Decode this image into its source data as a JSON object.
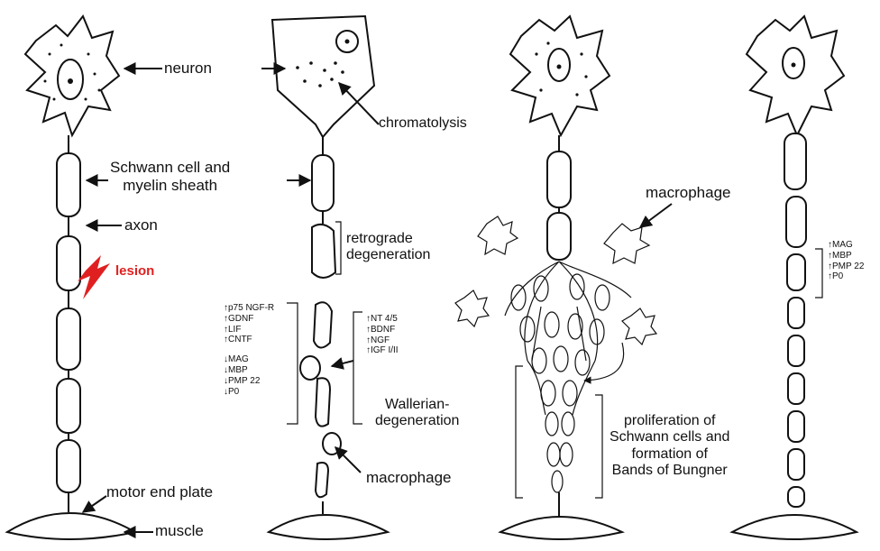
{
  "colors": {
    "ink": "#111111",
    "lesion": "#e02020",
    "background": "#ffffff"
  },
  "panel1": {
    "neuron": "neuron",
    "schwann_line1": "Schwann cell and",
    "schwann_line2": "myelin sheath",
    "axon": "axon",
    "lesion": "lesion",
    "motor_end_plate": "motor end plate",
    "muscle": "muscle"
  },
  "panel2": {
    "chromatolysis": "chromatolysis",
    "retro_line1": "retrograde",
    "retro_line2": "degeneration",
    "list_left": [
      "↑p75 NGF-R",
      "↑GDNF",
      "↑LIF",
      "↑CNTF",
      "",
      "↓MAG",
      "↓MBP",
      "↓PMP 22",
      "↓P0"
    ],
    "list_right": [
      "↑NT 4/5",
      "↑BDNF",
      "↑NGF",
      "↑IGF I/II"
    ],
    "wallerian_line1": "Wallerian-",
    "wallerian_line2": "degeneration",
    "macrophage": "macrophage"
  },
  "panel3": {
    "macrophage": "macrophage",
    "prolif_line1": "proliferation of",
    "prolif_line2": "Schwann cells and",
    "prolif_line3": "formation of",
    "prolif_line4": "Bands of Bungner"
  },
  "panel4": {
    "list": [
      "↑MAG",
      "↑MBP",
      "↑PMP 22",
      "↑P0"
    ]
  }
}
